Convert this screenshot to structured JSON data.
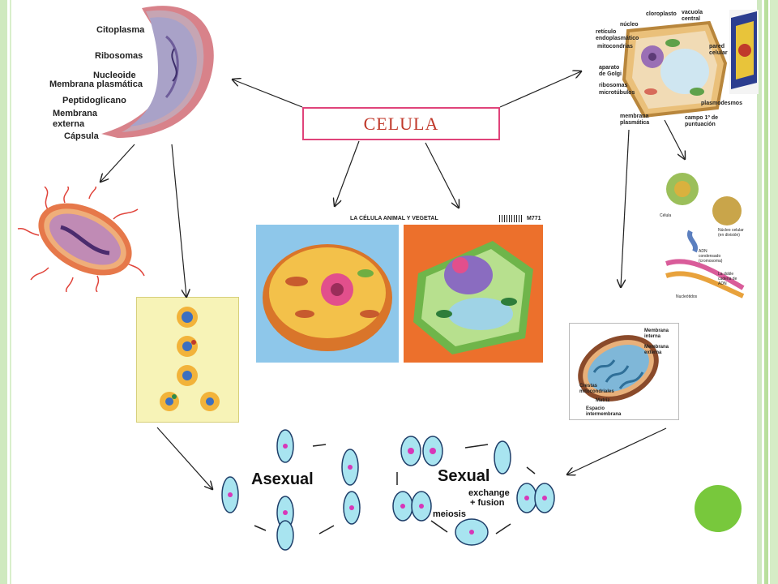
{
  "central_label": "CELULA",
  "prokaryote_labels": [
    "Citoplasma",
    "Ribosomas",
    "Nucleoide",
    "Membrana plasmática",
    "Peptidoglicano",
    "Membrana externa",
    "Cápsula"
  ],
  "plant_cell_labels": [
    "cloroplasto",
    "vacuola central",
    "núcleo",
    "retículo endoplasmático",
    "mitocondrias",
    "pared celular",
    "aparato de Golgi",
    "ribosomas",
    "microtúbulos",
    "plasmodesmos",
    "membrana plasmática",
    "campo 1º de puntuación"
  ],
  "poster_title": "LA CÉLULA ANIMAL Y VEGETAL",
  "poster_code": "M771",
  "mitochondria_labels": [
    "Membrana interna",
    "Membrana externa",
    "Crestas mitocondriales",
    "Matriz",
    "Espacio intermembrana"
  ],
  "dna_labels": [
    "Célula",
    "Núcleo celular (en división)",
    "ADN condensado (cromosoma)",
    "La doble cadena de ADN",
    "Nucleótidos"
  ],
  "reproduction": {
    "asexual": "Asexual",
    "sexual": "Sexual",
    "exchange": "exchange",
    "fusion": "+ fusion",
    "meiosis": "meiosis"
  },
  "colors": {
    "box_border": "#e0437a",
    "title_text": "#c0392b",
    "accent_green": "#78c83c"
  }
}
